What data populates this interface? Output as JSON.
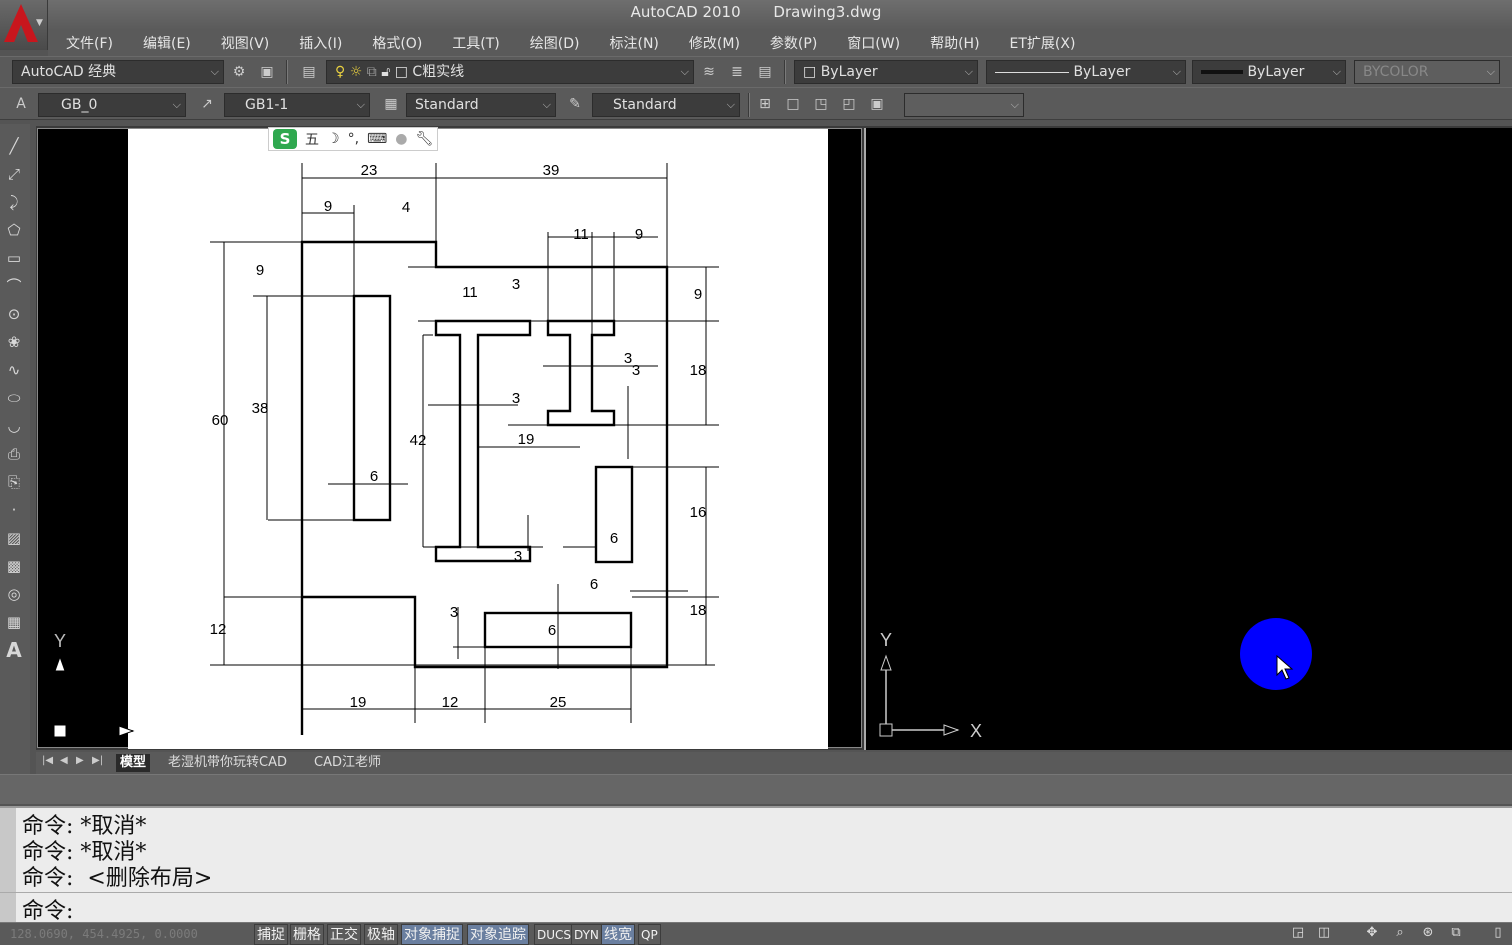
{
  "window": {
    "app_name": "AutoCAD 2010",
    "file_name": "Drawing3.dwg"
  },
  "menu": [
    "文件(F)",
    "编辑(E)",
    "视图(V)",
    "插入(I)",
    "格式(O)",
    "工具(T)",
    "绘图(D)",
    "标注(N)",
    "修改(M)",
    "参数(P)",
    "窗口(W)",
    "帮助(H)",
    "ET扩展(X)"
  ],
  "toolbar1": {
    "workspace": "AutoCAD 经典",
    "layer": "C粗实线",
    "color": "ByLayer",
    "linetype": "ByLayer",
    "lineweight": "ByLayer",
    "plotstyle": "BYCOLOR"
  },
  "toolbar2": {
    "text_style": "GB_0",
    "dim_style": "GB1-1",
    "table_style": "Standard",
    "mleader_style": "Standard"
  },
  "ime": {
    "mode": "五"
  },
  "drawing": {
    "dims": [
      "23",
      "39",
      "9",
      "4",
      "11",
      "9",
      "9",
      "11",
      "3",
      "9",
      "60",
      "38",
      "42",
      "3",
      "3",
      "18",
      "3",
      "19",
      "6",
      "16",
      "6",
      "6",
      "3",
      "18",
      "12",
      "3",
      "6",
      "19",
      "12",
      "25"
    ]
  },
  "ucs": {
    "y": "Y",
    "x": "X"
  },
  "layout_tabs": [
    "模型",
    "老湿机带你玩转CAD",
    "CAD江老师"
  ],
  "command": {
    "lines": [
      "命令: *取消*",
      "命令: *取消*",
      "命令:  <删除布局>"
    ],
    "prompt": "命令:"
  },
  "status": {
    "coords": "128.0690, 454.4925, 0.0000",
    "buttons": [
      "捕捉",
      "栅格",
      "正交",
      "极轴",
      "对象捕捉",
      "对象追踪",
      "DUCS",
      "DYN",
      "线宽",
      "QP"
    ],
    "on": [
      false,
      false,
      false,
      false,
      true,
      true,
      false,
      false,
      true,
      false
    ]
  },
  "colors": {
    "accent": "#c8161d",
    "cursor_highlight": "#0000ff"
  }
}
